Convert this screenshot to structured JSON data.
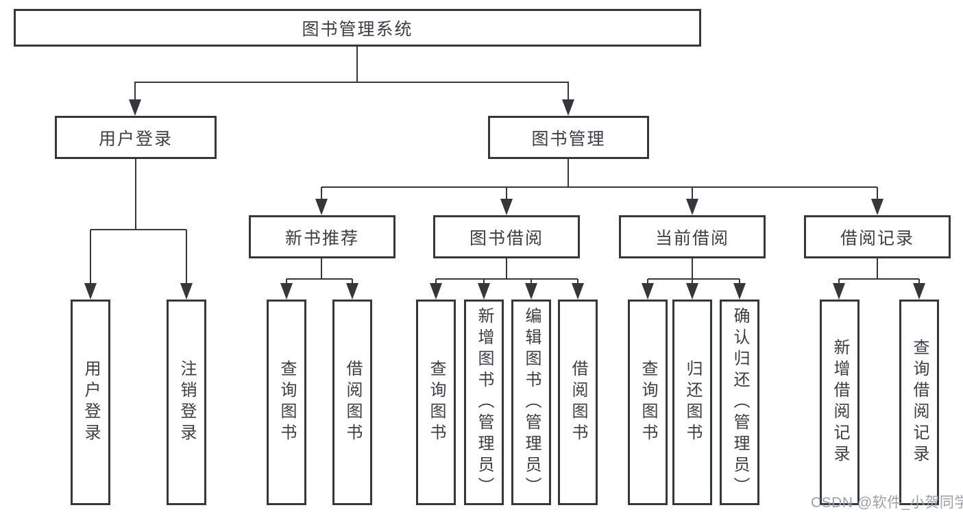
{
  "tree": {
    "label": "图书管理系统",
    "children": [
      {
        "label": "用户登录",
        "children": [
          {
            "label": "用户登录"
          },
          {
            "label": "注销登录"
          }
        ]
      },
      {
        "label": "图书管理",
        "children": [
          {
            "label": "新书推荐",
            "children": [
              {
                "label": "查询图书"
              },
              {
                "label": "借阅图书"
              }
            ]
          },
          {
            "label": "图书借阅",
            "children": [
              {
                "label": "查询图书"
              },
              {
                "label": "新增图书（管理员）"
              },
              {
                "label": "编辑图书（管理员）"
              },
              {
                "label": "借阅图书"
              }
            ]
          },
          {
            "label": "当前借阅",
            "children": [
              {
                "label": "查询图书"
              },
              {
                "label": "归还图书"
              },
              {
                "label": "确认归还（管理员）"
              }
            ]
          },
          {
            "label": "借阅记录",
            "children": [
              {
                "label": "新增借阅记录"
              },
              {
                "label": "查询借阅记录"
              }
            ]
          }
        ]
      }
    ]
  },
  "watermark": "CSDN @软件_小贺同学",
  "colors": {
    "line": "#34373c",
    "text": "#3b3e43",
    "watermark": "#9aa0a6",
    "background": "#ffffff"
  }
}
